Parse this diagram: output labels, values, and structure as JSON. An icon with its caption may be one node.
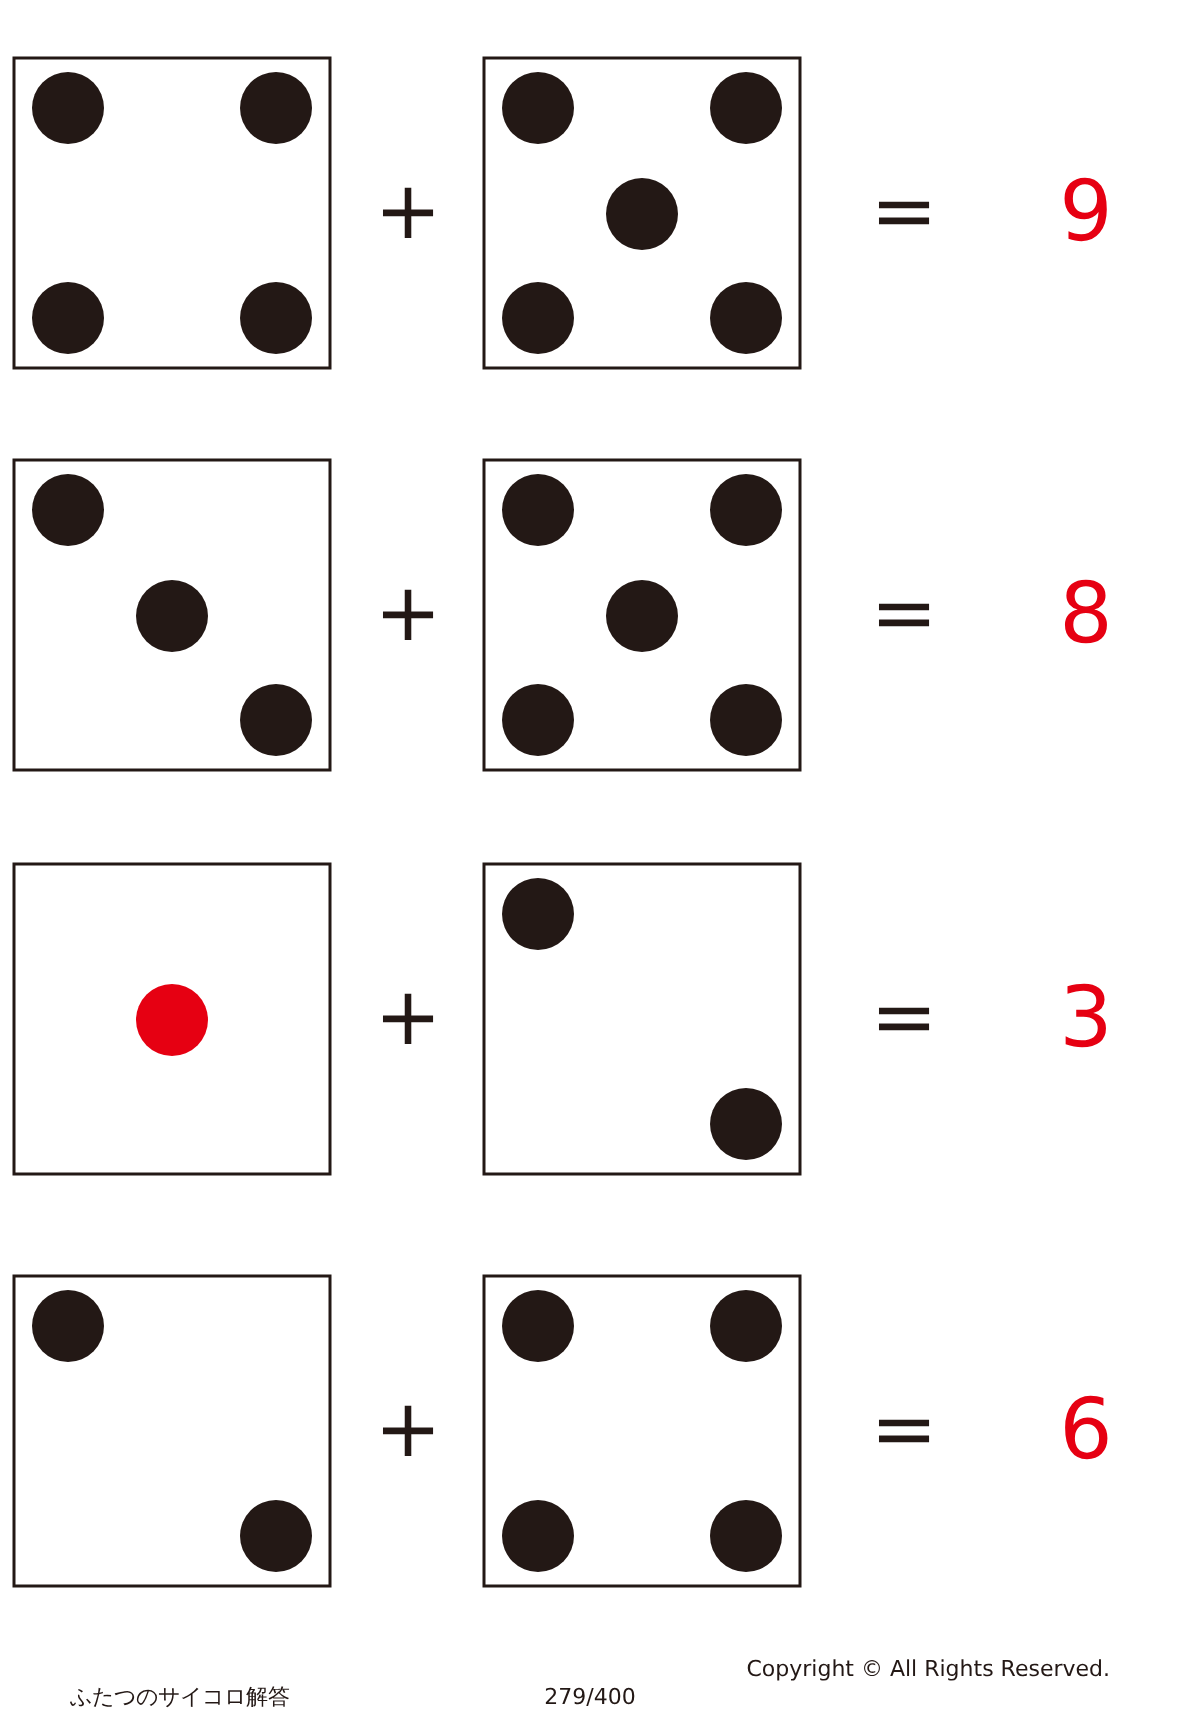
{
  "diagram": {
    "labels": [
      "+",
      "=",
      "9",
      "+",
      "=",
      "8",
      "+",
      "=",
      "3",
      "+",
      "=",
      "6",
      "ふたつのサイコロ解答",
      "279/400",
      "Copyright © All Rights Reserved."
    ]
  }
}
